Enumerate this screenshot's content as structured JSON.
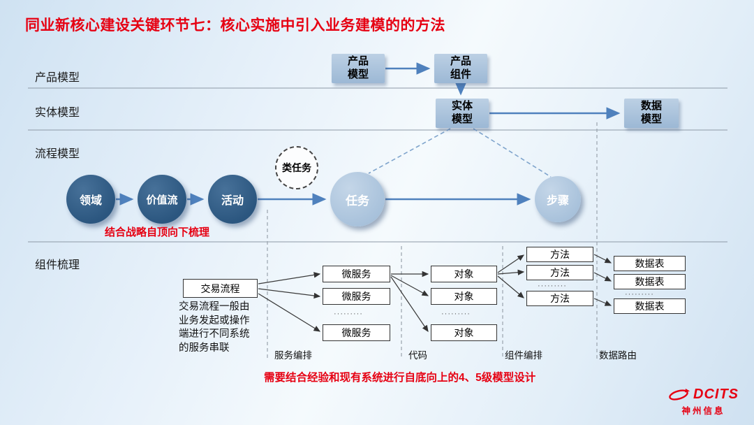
{
  "title": "同业新核心建设关键环节七：核心实施中引入业务建模的的方法",
  "lanes": {
    "product": "产品模型",
    "entity": "实体模型",
    "process": "流程模型",
    "component": "组件梳理"
  },
  "product_lane": {
    "product_model": "产品\n模型",
    "product_component": "产品\n组件"
  },
  "entity_lane": {
    "entity_model": "实体\n模型",
    "data_model": "数据\n模型"
  },
  "process_lane": {
    "domain": "领域",
    "value_stream": "价值流",
    "activity": "活动",
    "task_class": "类任务",
    "task": "任务",
    "step": "步骤",
    "top_down_note": "结合战略自顶向下梳理"
  },
  "component_lane": {
    "transaction_flow": "交易流程",
    "microservice": "微服务",
    "object": "对象",
    "method": "方法",
    "data_table": "数据表",
    "ellipsis": "·········",
    "note": "交易流程一般由\n业务发起或操作\n端进行不同系统\n的服务串联",
    "sections": {
      "service_orchestration": "服务编排",
      "code": "代码",
      "component_orchestration": "组件编排",
      "data_routing": "数据路由"
    }
  },
  "bottom_note": "需要结合经验和现有系统进行自底向上的4、5级模型设计",
  "logo": {
    "brand": "DCITS",
    "company": "神州信息"
  },
  "colors": {
    "accent_red": "#e60012",
    "box_blue": "#a9c2db",
    "dark_circle": "#2e5c8a",
    "light_circle": "#aec6de",
    "arrow_blue": "#4f81bd"
  }
}
